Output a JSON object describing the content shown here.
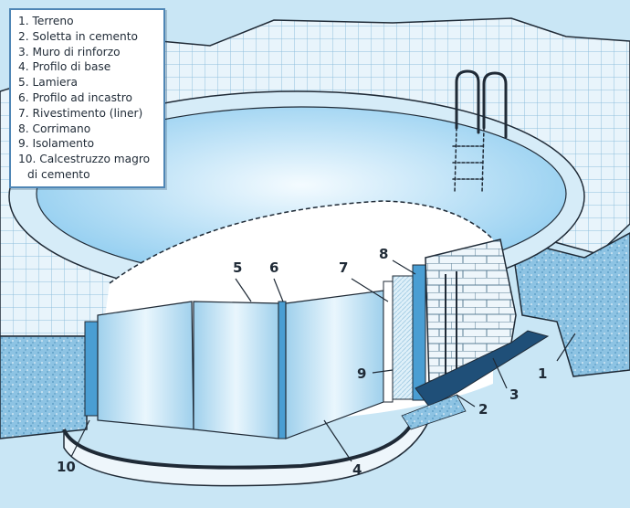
{
  "legend": {
    "items": [
      "1. Terreno",
      "2. Soletta in cemento",
      "3. Muro di rinforzo",
      "4. Profilo di base",
      "5. Lamiera",
      "6. Profilo ad incastro",
      "7. Rivestimento (liner)",
      "8. Corrimano",
      "9. Isolamento"
    ],
    "last_item_line1": "10. Calcestruzzo magro",
    "last_item_line2": "di cemento"
  },
  "callouts": [
    "1",
    "2",
    "3",
    "4",
    "5",
    "6",
    "7",
    "8",
    "9",
    "10"
  ],
  "colors": {
    "background": "#c9e6f5",
    "tiles": "#e8f4fb",
    "tile_grid": "#8fbfdc",
    "water": "#7fc0e6",
    "steel": "#b5dcf2",
    "soil": "#8dc3e3",
    "outline": "#1f2a36",
    "legend_border": "#4f86b5"
  },
  "icons": [
    "pool-ladder-icon"
  ]
}
